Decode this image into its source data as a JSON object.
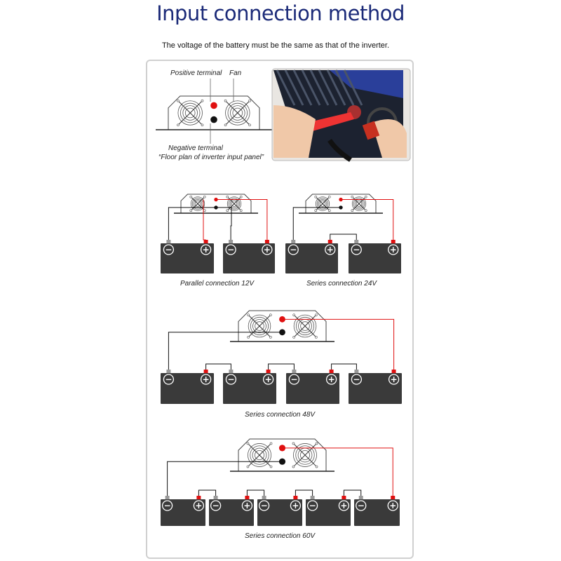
{
  "header": {
    "title": "Input connection method",
    "subtitle": "The voltage of the battery must be the same as that of the inverter."
  },
  "panel_diagram": {
    "positive_label": "Positive terminal",
    "fan_label": "Fan",
    "negative_label": "Negative terminal",
    "caption": "“Floor plan of inverter input panel”"
  },
  "diagrams": [
    {
      "label": "Parallel connection 12V"
    },
    {
      "label": "Series connection 24V"
    },
    {
      "label": "Series connection 48V"
    },
    {
      "label": "Series connection 60V"
    }
  ],
  "colors": {
    "title": "#1b2a78",
    "positive_wire": "#e01010",
    "negative_wire": "#111111",
    "battery": "#3a3a3a"
  }
}
